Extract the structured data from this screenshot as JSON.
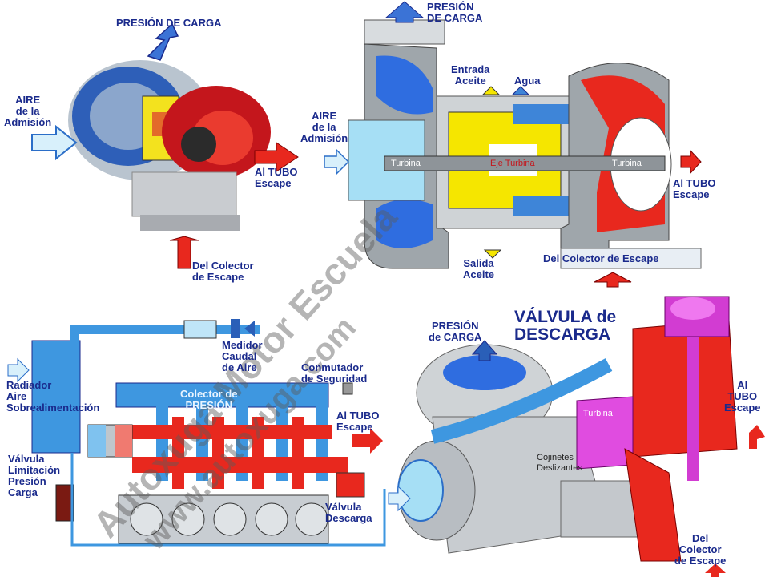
{
  "panel1": {
    "presion_carga": "PRESIÓN DE CARGA",
    "aire_admision": "AIRE\nde la\nAdmisión",
    "al_tubo_escape": "Al TUBO\nEscape",
    "del_colector": "Del Colector\nde Escape"
  },
  "panel2": {
    "presion_carga": "PRESIÓN\nDE CARGA",
    "entrada_aceite": "Entrada\nAceite",
    "agua": "Agua",
    "aire_admision": "AIRE\nde la\nAdmisión",
    "turbina_left": "Turbina",
    "eje_turbina": "Eje Turbina",
    "turbina_right": "Turbina",
    "al_tubo_escape": "Al TUBO\nEscape",
    "salida_aceite": "Salida\nAceite",
    "del_colector": "Del Colector de Escape"
  },
  "panel3": {
    "medidor": "Medidor\nCaudal\nde Aire",
    "conmutador": "Conmutador\nde Seguridad",
    "radiador": "Radiador\nAire\nSobrealimentación",
    "colector_presion": "Colector de\nPRESIÓN",
    "al_tubo_escape": "Al TUBO\nEscape",
    "valvula_limitacion": "Válvula\nLimitación\nPresión\nCarga",
    "valvula_descarga": "Válvula\nDescarga"
  },
  "panel4": {
    "title": "VÁLVULA de\nDESCARGA",
    "presion_carga": "PRESIÓN\nde CARGA",
    "turbina": "Turbina",
    "cojinetes": "Cojinetes\nDeslizantes",
    "al_tubo_escape": "Al\nTUBO\nEscape",
    "del_colector": "Del\nColector\nde Escape"
  },
  "watermark": {
    "line1": "Autoxuga Motor Escuela",
    "line2": "www.autoxuga.com"
  },
  "colors": {
    "label_blue": "#1a2a8c",
    "exhaust_red": "#e8281e",
    "intake_blue": "#3a8de0",
    "oil_yellow": "#f5e600",
    "valve_magenta": "#d23cd2"
  }
}
